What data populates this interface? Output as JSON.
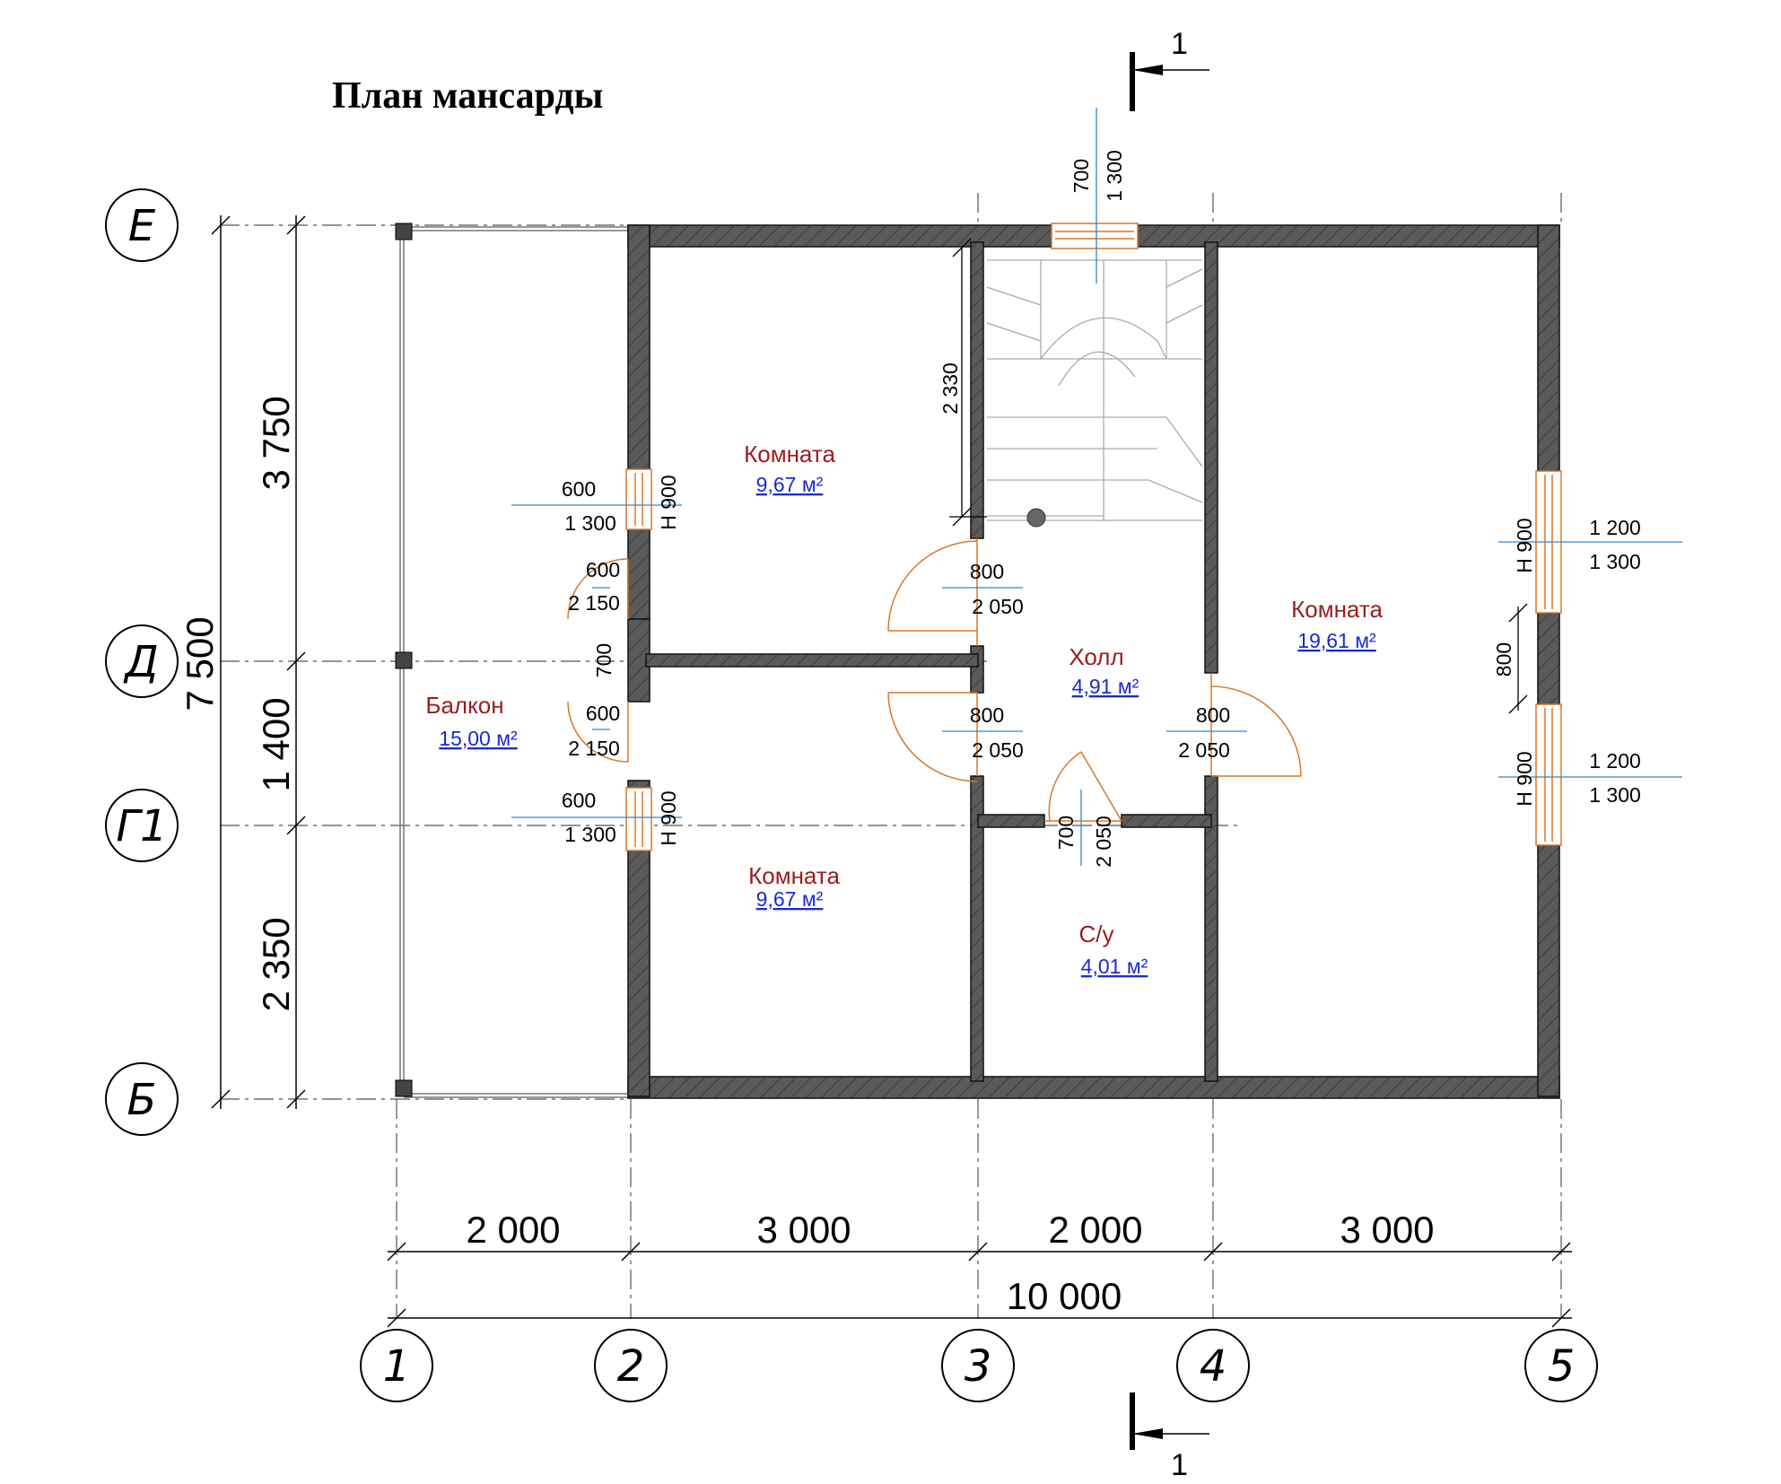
{
  "title": "План мансарды",
  "section_label": "1",
  "axes": {
    "rows": [
      "Е",
      "Д",
      "Г1",
      "Б"
    ],
    "cols": [
      "1",
      "2",
      "3",
      "4",
      "5"
    ]
  },
  "rooms": {
    "room_nw": {
      "name": "Комната",
      "area": "9,67 м²"
    },
    "room_sw": {
      "name": "Комната",
      "area": "9,67 м²"
    },
    "room_east": {
      "name": "Комната",
      "area": "19,61 м²"
    },
    "hall": {
      "name": "Холл",
      "area": "4,91 м²"
    },
    "wc": {
      "name": "С/у",
      "area": "4,01 м²"
    },
    "balcony": {
      "name": "Балкон",
      "area": "15,00 м²"
    }
  },
  "dimensions": {
    "vertical_total": "7 500",
    "vertical_parts": [
      "3 750",
      "1 400",
      "2 350"
    ],
    "horizontal_parts": [
      "2 000",
      "3 000",
      "2 000",
      "3 000"
    ],
    "horizontal_total": "10 000",
    "stair_height": "2 330",
    "pier_800": "800"
  },
  "openings": {
    "top_window": {
      "w": "700",
      "h": "1 300"
    },
    "west_window_upper": {
      "w": "600",
      "h": "1 300",
      "sill": "Н 900"
    },
    "west_window_lower": {
      "w": "600",
      "h": "1 300",
      "sill": "Н 900"
    },
    "balcony_door_upper": {
      "w": "600",
      "h": "2 150"
    },
    "balcony_door_lower": {
      "w": "600",
      "h": "2 150"
    },
    "pier_700": "700",
    "door_nw": {
      "w": "800",
      "h": "2 050"
    },
    "door_sw": {
      "w": "800",
      "h": "2 050"
    },
    "door_east": {
      "w": "800",
      "h": "2 050"
    },
    "door_wc": {
      "w": "700",
      "h": "2 050"
    },
    "east_window_upper": {
      "w": "1 200",
      "h": "1 300",
      "sill": "Н 900"
    },
    "east_window_lower": {
      "w": "1 200",
      "h": "1 300",
      "sill": "Н 900"
    }
  },
  "colors": {
    "wall_fill": "#595959",
    "room_label": "#9b1c1c",
    "area_label": "#1a2ad6",
    "door_swing": "#d9772b",
    "leader_line": "#2e86c9"
  }
}
